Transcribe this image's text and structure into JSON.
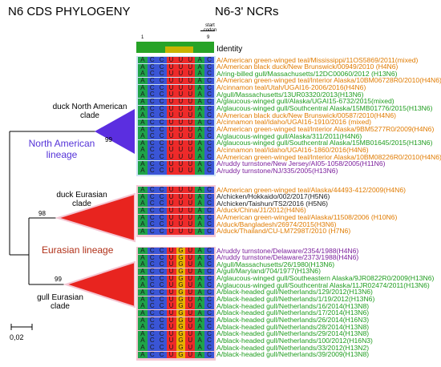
{
  "titles": {
    "left": "N6 CDS PHYLOGENY",
    "right": "N6-3' NCRs"
  },
  "identity_label": "Identity",
  "start_codon_label": "start\ncodon",
  "positions": [
    "1",
    "9"
  ],
  "scale_label": "0,02",
  "clades": {
    "na_duck": "duck North American\nclade",
    "na_lineage": "North American\nlineage",
    "eu_duck": "duck Eurasian\nclade",
    "eu_lineage": "Eurasian lineage",
    "gull_eu": "gull Eurasian\nclade"
  },
  "bootstrap": [
    "99",
    "98",
    "99"
  ],
  "colors": {
    "A": "#1fa34a",
    "C": "#3a55d6",
    "U": "#ee2a2a",
    "G": "#e8b100",
    "orange": "#e07b00",
    "green": "#1f9d1f",
    "purple": "#7b1f9c",
    "black": "#222222",
    "blue_tri": "#5b2ee0",
    "red_tri": "#e8241f",
    "na_text": "#5533d8",
    "eu_text": "#b03018"
  },
  "groups": [
    {
      "strains": [
        {
          "t": "A/American green-winged teal/Mississippi/11OS5869/2011(mixed)",
          "c": "orange"
        },
        {
          "t": "A/American black duck/New Brunswick/00949/2010 (H4N6)",
          "c": "orange"
        },
        {
          "t": "A/ring-billed gull/Massachusetts/12DC00060/2012 (H13N6)",
          "c": "green"
        },
        {
          "t": "A/American green-winged teal/Interior Alaska/10BM06728R0/2010(H4N6)",
          "c": "orange"
        },
        {
          "t": "A/cinnamon teal/Utah/UGAI16-2006/2016(H4N6)",
          "c": "orange"
        },
        {
          "t": "A/gull/Massachusetts/13UR03320/2013(H13N6)",
          "c": "green"
        },
        {
          "t": "A/glaucous-winged gull/Alaska/UGAI15-6732/2015(mixed)",
          "c": "green"
        },
        {
          "t": "A/glaucous-winged gull/Southcentral Alaska/15MB01776/2015(H13N6)",
          "c": "green"
        },
        {
          "t": "A/American black duck/New Brunswick/00587/2010(H4N6)",
          "c": "orange"
        },
        {
          "t": "A/cinnamon teal/Idaho/UGAI16-1910/2016 (mixed)",
          "c": "orange"
        },
        {
          "t": "A/American green-winged teal/Interior Alaska/9BM5277R0/2009(H4N6)",
          "c": "orange"
        },
        {
          "t": "A/glaucous-winged gull/Alaska/311/2011(H4N6)",
          "c": "green"
        },
        {
          "t": "A/glaucous-winged gull/Southcentral Alaska/15MB01645/2015(H13N6)",
          "c": "green"
        },
        {
          "t": "A/cinnamon teal/Idaho/UGAI16-1860/2016(H4N6)",
          "c": "orange"
        },
        {
          "t": "A/American green-winged teal/Interior Alaska/10BM08226R0/2010(H4N6)",
          "c": "orange"
        },
        {
          "t": "A/ruddy turnstone/New Jersey/AI05-1058/2005(H11N6)",
          "c": "purple"
        },
        {
          "t": "A/ruddy turnstone/NJ/335/2005(H13N6)",
          "c": "purple"
        }
      ]
    },
    {
      "strains": [
        {
          "t": "A/American green-winged teal/Alaska/44493-412/2009(H4N6)",
          "c": "orange"
        },
        {
          "t": "A/chicken/Hokkaido/002/2017(H5N6)",
          "c": "black"
        },
        {
          "t": "A/chicken/Taishun/TS2/2016 (H5N6)",
          "c": "black"
        },
        {
          "t": "A/duck/China/J1/2012(H4N6)",
          "c": "orange"
        },
        {
          "t": "A/American green-winged teal/Alaska/11508/2006 (H10N6)",
          "c": "orange"
        },
        {
          "t": "A/duck/Bangladesh/26974/2015(H3N6)",
          "c": "orange"
        },
        {
          "t": "A/duck/Thailand/CU-LM7298T/2010 (H7N6)",
          "c": "orange"
        }
      ]
    },
    {
      "strains": [
        {
          "t": "A/ruddy turnstone/Delaware/2354/1988(H4N6)",
          "c": "purple"
        },
        {
          "t": "A/ruddy turnstone/Delaware/2373/1988(H4N6)",
          "c": "purple"
        },
        {
          "t": "A/gull/Massachusetts/26/1980(H13N6)",
          "c": "green"
        },
        {
          "t": "A/gull/Maryland/704/1977(H13N6)",
          "c": "green"
        },
        {
          "t": "A/glaucous-winged gull/Southeastern Alaska/9JR0822R0/2009(H13N6)",
          "c": "green"
        },
        {
          "t": "A/glaucous-winged gull/Southcentral Alaska/11JR02474/2011(H13N6)",
          "c": "green"
        },
        {
          "t": "A/black-headed gull/Netherlands/129/2012(H13N6)",
          "c": "green"
        },
        {
          "t": "A/black-headed gull/Netherlands/1/19/2012(H13N6)",
          "c": "green"
        },
        {
          "t": "A/black-headed gull/Netherlands/16/2014(H13N8)",
          "c": "green"
        },
        {
          "t": "A/black-headed gull/Netherlands/17/2014(H13N6)",
          "c": "green"
        },
        {
          "t": "A/black-headed gull/Netherlands/26/2014(H16N3)",
          "c": "green"
        },
        {
          "t": "A/black-headed gull/Netherlands/28/2014(H13N8)",
          "c": "green"
        },
        {
          "t": "A/black-headed gull/Netherlands/29/2014(H13N8)",
          "c": "green"
        },
        {
          "t": "A/black-headed gull/Netherlands/100/2012(H16N3)",
          "c": "green"
        },
        {
          "t": "A/black-headed gull/Netherlands/33/2012(H13N2)",
          "c": "green"
        },
        {
          "t": "A/black-headed gull/Netherlands/39/2009(H13N8)",
          "c": "green"
        }
      ]
    }
  ],
  "seqs": [
    "ACCUUUAC",
    "ACCUUUAC",
    "ACCUGUAC"
  ]
}
